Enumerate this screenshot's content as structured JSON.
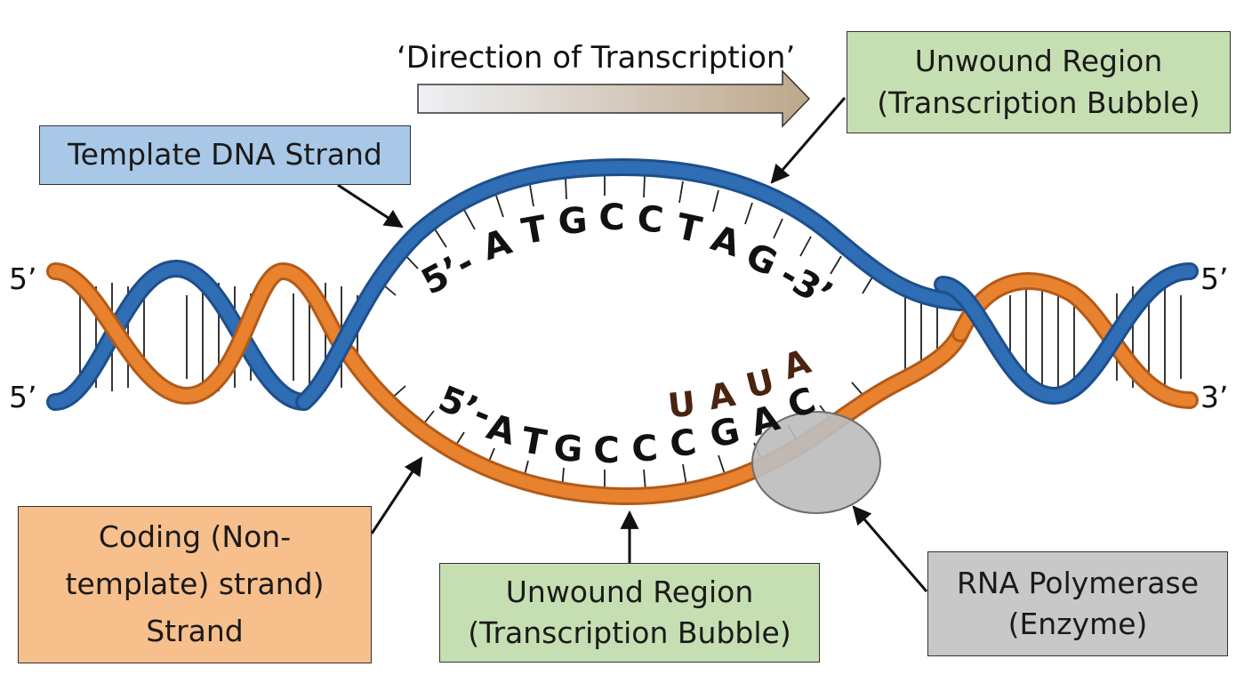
{
  "direction": {
    "label": "‘Direction of Transcription’"
  },
  "labels": {
    "template_strand": "Template DNA Strand",
    "unwound_region_top": "Unwound Region\n(Transcription Bubble)",
    "coding_strand": "Coding (Non-\ntemplate) strand)\nStrand",
    "unwound_region_bottom": "Unwound Region\n(Transcription Bubble)",
    "rna_polymerase": "RNA Polymerase\n(Enzyme)"
  },
  "ends": {
    "top_left": "5’",
    "bottom_left": "5’",
    "top_right": "5’",
    "bottom_right": "3’"
  },
  "sequences": {
    "template": [
      "5’-",
      "A",
      "T",
      "G",
      "C",
      "C",
      "T",
      "A",
      "G",
      "-3’"
    ],
    "coding": [
      "5’-",
      "A",
      "T",
      "G",
      "C",
      "C",
      "C",
      "G",
      "A",
      "C"
    ],
    "rna": [
      "U",
      "A",
      "U",
      "A"
    ]
  },
  "colors": {
    "template_strand": "#2f6db5",
    "coding_strand": "#e8822f",
    "rna_base": "#4a2410",
    "dna_base": "#111111",
    "polymerase": "#bdbdbd"
  }
}
